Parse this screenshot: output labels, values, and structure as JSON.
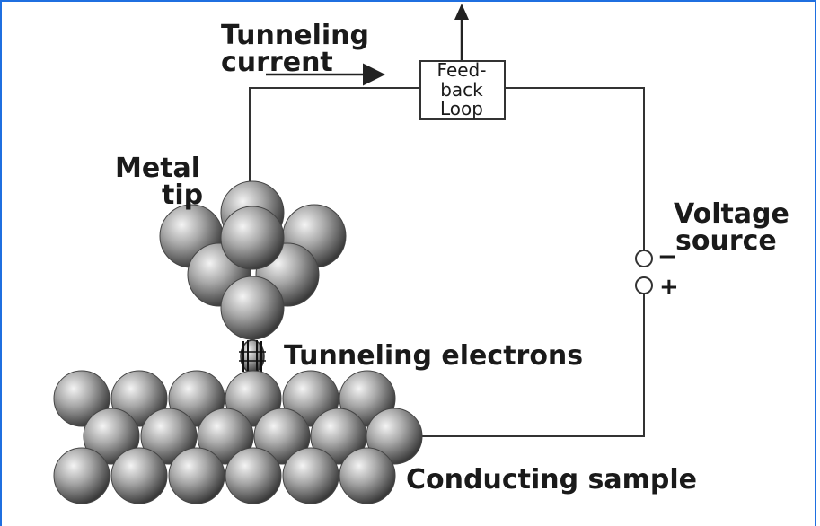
{
  "labels": {
    "tunneling_current_1": "Tunneling",
    "tunneling_current_2": "current",
    "feedback_1": "Feed-",
    "feedback_2": "back",
    "feedback_3": "Loop",
    "metal_tip_1": "Metal",
    "metal_tip_2": "tip",
    "voltage_1": "Voltage",
    "voltage_2": "source",
    "minus": "−",
    "plus": "+",
    "tunneling_electrons": "Tunneling electrons",
    "conducting_sample": "Conducting sample"
  },
  "colors": {
    "wire": "#333333",
    "atom_light": "#f2f2f2",
    "atom_mid": "#9a9a9a",
    "atom_dark": "#3c3c3c",
    "frame": "#1f6fe0"
  }
}
